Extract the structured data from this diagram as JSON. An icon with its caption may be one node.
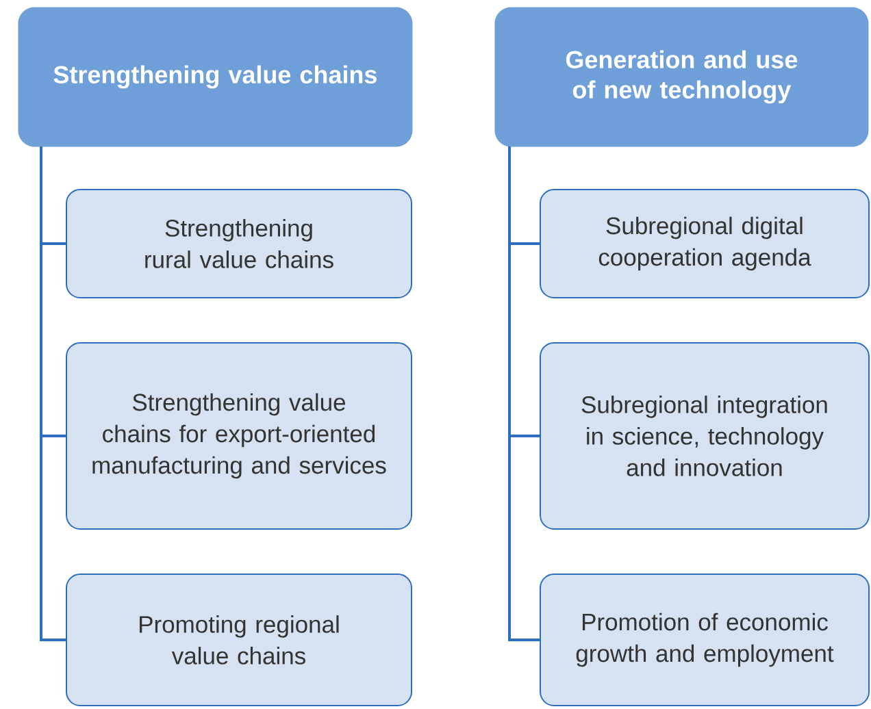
{
  "diagram": {
    "nodes": [
      {
        "text": [
          "Strengthening value chains"
        ]
      },
      {
        "text": [
          "Strengthening rural value chains"
        ]
      },
      {
        "text": [
          "Strengthening value chains for export-oriented manufacturing and services"
        ]
      },
      {
        "text": [
          "Promoting regional value chains"
        ]
      },
      {
        "text": [
          "Generation and use of new technology"
        ]
      },
      {
        "text": [
          "Subregional digital cooperation agenda"
        ]
      },
      {
        "text": [
          "Subregional integration in science, technology and innovation"
        ]
      },
      {
        "text": [
          "Promotion of economic growth and employment"
        ]
      }
    ],
    "edges": [
      {
        "from": 0,
        "to": 1,
        "arrow": "none"
      },
      {
        "from": 0,
        "to": 2,
        "arrow": "none"
      },
      {
        "from": 0,
        "to": 3,
        "arrow": "none"
      },
      {
        "from": 4,
        "to": 5,
        "arrow": "none"
      },
      {
        "from": 4,
        "to": 6,
        "arrow": "none"
      },
      {
        "from": 4,
        "to": 7,
        "arrow": "none"
      }
    ]
  }
}
